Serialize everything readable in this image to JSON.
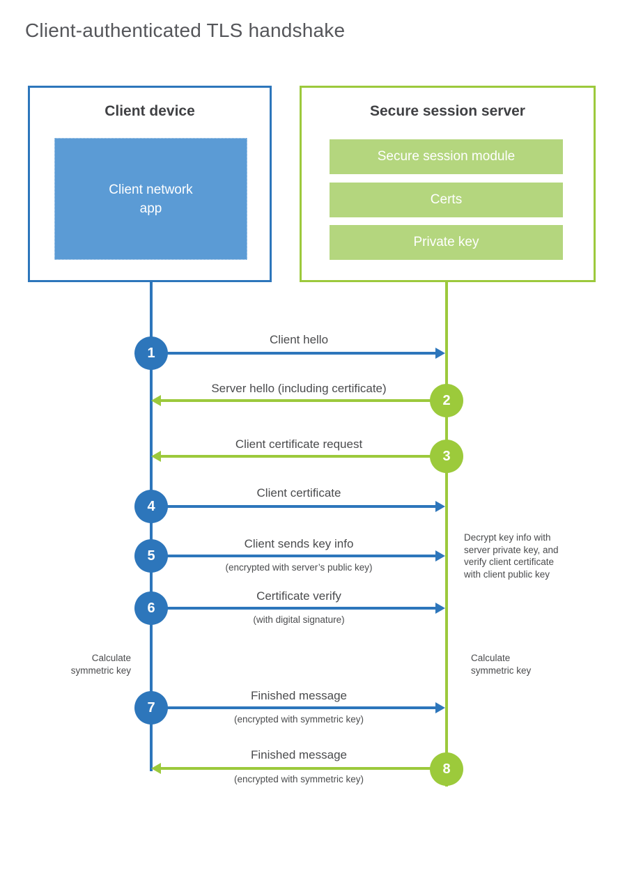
{
  "page": {
    "title": "Client-authenticated TLS handshake"
  },
  "client_box": {
    "title": "Client device",
    "app_label": "Client network app"
  },
  "server_box": {
    "title": "Secure session server",
    "modules": [
      "Secure session module",
      "Certs",
      "Private key"
    ]
  },
  "steps": [
    {
      "num": "1",
      "side": "client",
      "direction": "right",
      "label": "Client hello"
    },
    {
      "num": "2",
      "side": "server",
      "direction": "left",
      "label": "Server hello (including certificate)"
    },
    {
      "num": "3",
      "side": "server",
      "direction": "left",
      "label": "Client certificate request"
    },
    {
      "num": "4",
      "side": "client",
      "direction": "right",
      "label": "Client certificate"
    },
    {
      "num": "5",
      "side": "client",
      "direction": "right",
      "label": "Client sends key info",
      "sub": "(encrypted with server’s public key)"
    },
    {
      "num": "6",
      "side": "client",
      "direction": "right",
      "label": "Certificate verify",
      "sub": "(with digital signature)"
    },
    {
      "num": "7",
      "side": "client",
      "direction": "right",
      "label": "Finished message",
      "sub": "(encrypted with symmetric key)"
    },
    {
      "num": "8",
      "side": "server",
      "direction": "left",
      "label": "Finished message",
      "sub": "(encrypted with symmetric key)"
    }
  ],
  "annotations": {
    "server_note": "Decrypt key info with\nserver private key, and\nverify client certificate\nwith client public key",
    "calc_left": "Calculate\nsymmetric key",
    "calc_right": "Calculate\nsymmetric key"
  },
  "colors": {
    "blue": "#2d76bb",
    "blue_fill": "#5b9bd5",
    "green": "#9cc93c",
    "green_fill": "#b4d67e"
  }
}
